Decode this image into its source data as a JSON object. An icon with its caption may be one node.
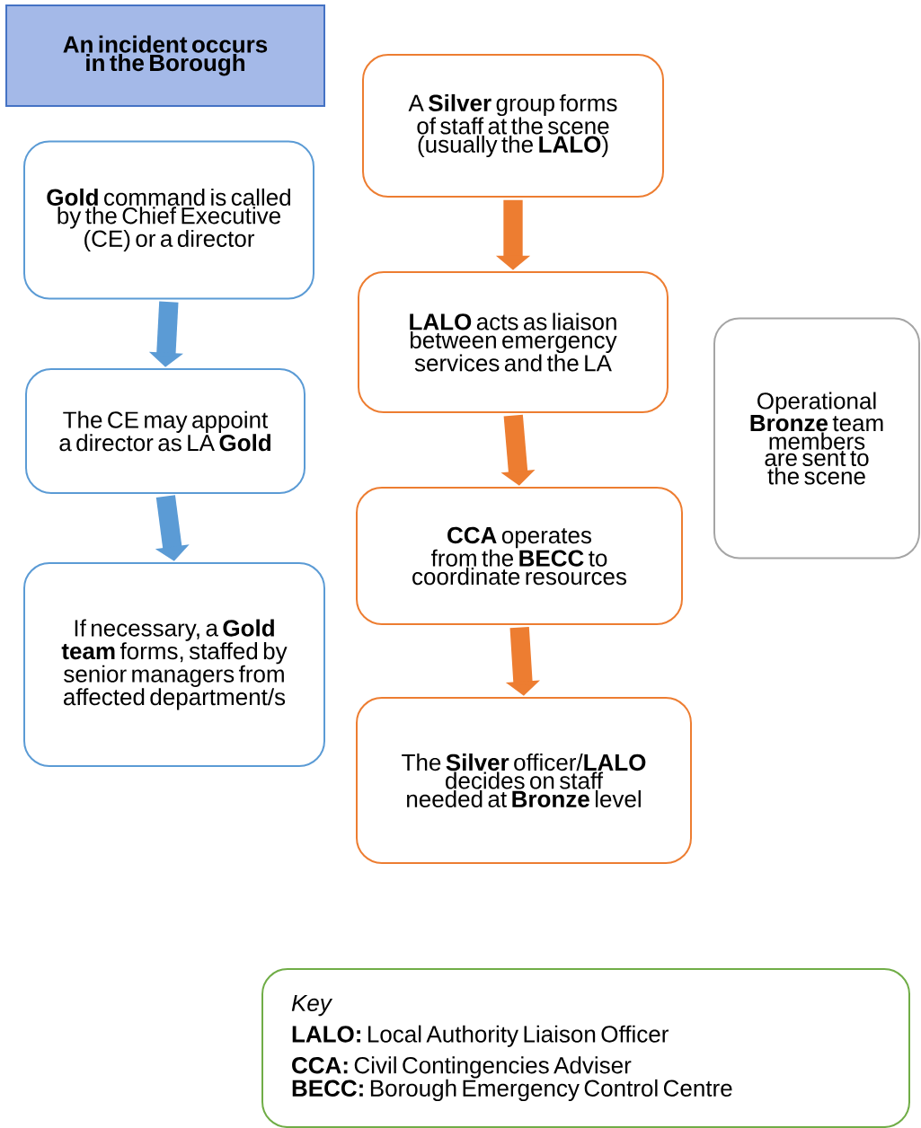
{
  "diagram": {
    "nodes": [
      {
        "text": [
          "An incident occurs in the Borough"
        ]
      },
      {
        "text": [
          "**Gold** command is called by the Chief Executive (CE) or a director"
        ]
      },
      {
        "text": [
          "The CE may appoint a director as LA **Gold**"
        ]
      },
      {
        "text": [
          "If necessary, a **Gold team** forms, staffed by senior managers from affected department/s"
        ]
      },
      {
        "text": [
          "A **Silver** group forms of staff at the scene (usually the **LALO**)"
        ]
      },
      {
        "text": [
          "**LALO** acts as liaison between emergency services and the LA"
        ]
      },
      {
        "text": [
          "**CCA** operates from the **BECC** to coordinate resources"
        ]
      },
      {
        "text": [
          "The **Silver** officer/**LALO** decides on staff needed at **Bronze** level"
        ]
      },
      {
        "text": [
          "Operational **Bronze** team members are sent to the scene"
        ]
      },
      {
        "text": [
          "Key",
          "**LALO:** Local Authority Liaison Officer",
          "**CCA:** Civil Contingencies Adviser",
          "**BECC:** Borough Emergency Control Centre"
        ]
      }
    ],
    "edges": [
      {
        "from": 1,
        "to": 2,
        "arrow": "to",
        "color": "#5b9bd5"
      },
      {
        "from": 2,
        "to": 3,
        "arrow": "to",
        "color": "#5b9bd5"
      },
      {
        "from": 4,
        "to": 5,
        "arrow": "to"
      },
      {
        "from": 5,
        "to": 6,
        "arrow": "to"
      },
      {
        "from": 6,
        "to": 7,
        "arrow": "to"
      }
    ]
  }
}
